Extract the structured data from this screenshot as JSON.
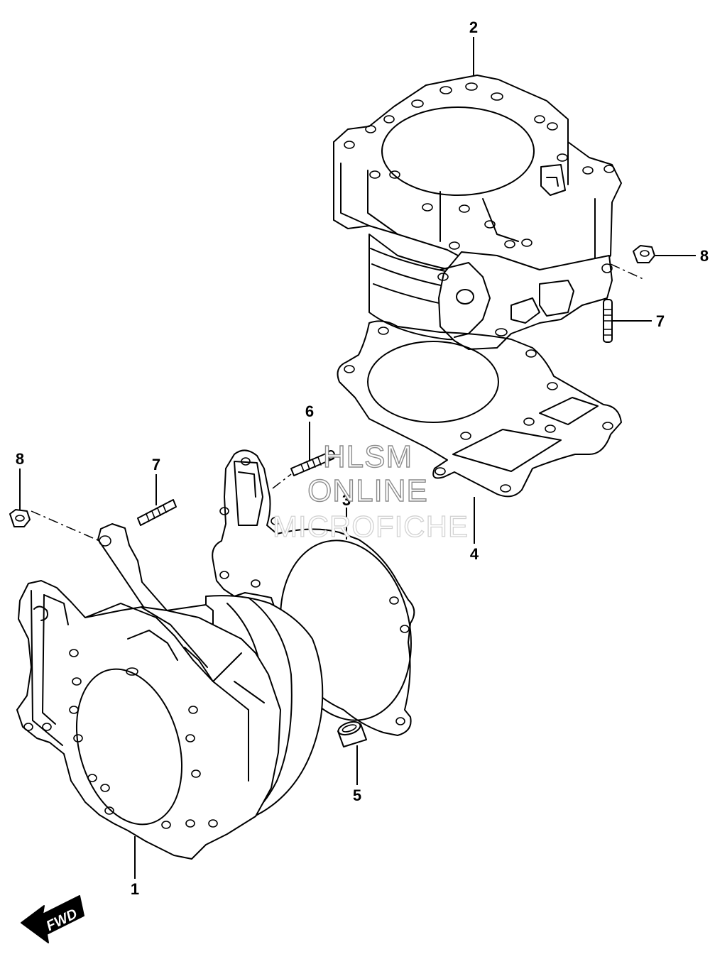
{
  "callouts": [
    {
      "id": "c2",
      "label": "2"
    },
    {
      "id": "c8a",
      "label": "8"
    },
    {
      "id": "c7a",
      "label": "7"
    },
    {
      "id": "c6",
      "label": "6"
    },
    {
      "id": "c8b",
      "label": "8"
    },
    {
      "id": "c7b",
      "label": "7"
    },
    {
      "id": "c3",
      "label": "3"
    },
    {
      "id": "c4",
      "label": "4"
    },
    {
      "id": "c5",
      "label": "5"
    },
    {
      "id": "c1",
      "label": "1"
    }
  ],
  "watermark": {
    "line1": "HLSM",
    "line2": "ONLINE",
    "line3": "MICROFICHE"
  },
  "fwd_badge": {
    "label": "FWD"
  }
}
